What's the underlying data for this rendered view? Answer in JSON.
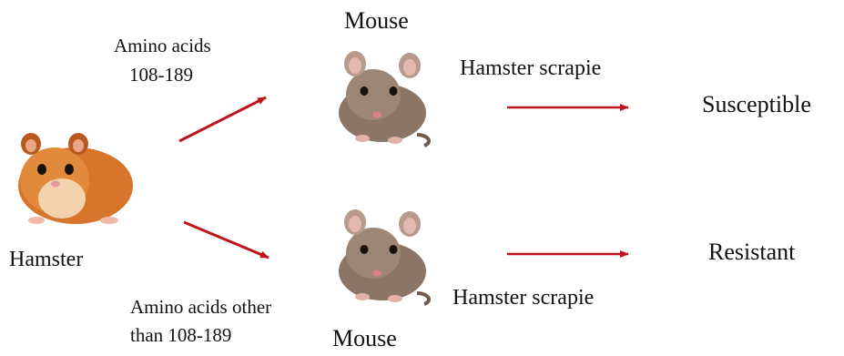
{
  "diagram": {
    "source": {
      "label": "Hamster",
      "icon": "hamster-icon"
    },
    "branches": [
      {
        "fragment": [
          "Amino acids",
          "108-189"
        ],
        "recipient": "Mouse",
        "recipient_icon": "mouse-icon",
        "challenge": "Hamster scrapie",
        "outcome": "Susceptible"
      },
      {
        "fragment": [
          "Amino acids other",
          "than 108-189"
        ],
        "recipient": "Mouse",
        "recipient_icon": "mouse-icon",
        "challenge": "Hamster scrapie",
        "outcome": "Resistant"
      }
    ],
    "colors": {
      "arrow": "#c0141c",
      "text": "#111111"
    }
  }
}
